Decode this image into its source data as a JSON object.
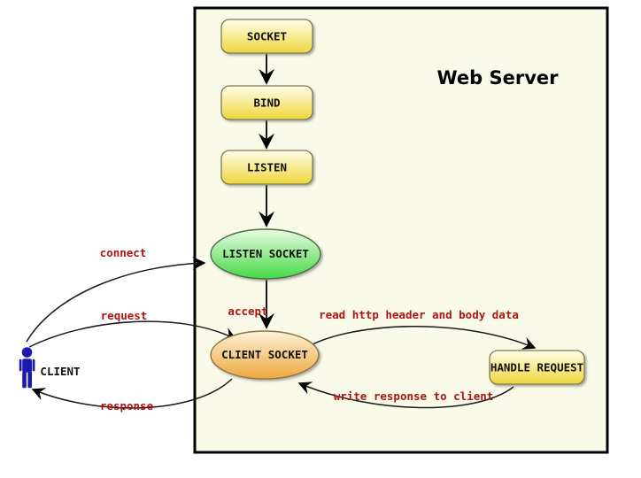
{
  "title": "Web Server",
  "client": {
    "label": "CLIENT"
  },
  "nodes": {
    "socket": {
      "label": "SOCKET"
    },
    "bind": {
      "label": "BIND"
    },
    "listen": {
      "label": "LISTEN"
    },
    "listen_socket": {
      "label": "LISTEN SOCKET"
    },
    "client_socket": {
      "label": "CLIENT SOCKET"
    },
    "handle_request": {
      "label": "HANDLE REQUEST"
    }
  },
  "edge_labels": {
    "connect": "connect",
    "request": "request",
    "response": "response",
    "accept": "accept",
    "read_http": "read http header and body data",
    "write_response": "write response to client"
  },
  "colors": {
    "panel_background": "#FAFAE8",
    "process_fill_top": "#FFFEE9",
    "process_fill_bottom": "#EED63B",
    "listen_socket_fill_top": "#EAFBE4",
    "listen_socket_fill_bottom": "#43D943",
    "client_socket_fill_top": "#FBF1D7",
    "client_socket_fill_bottom": "#EFA83E",
    "edge_label_red": "#AE1414",
    "client_figure_blue": "#1A1AB0"
  }
}
